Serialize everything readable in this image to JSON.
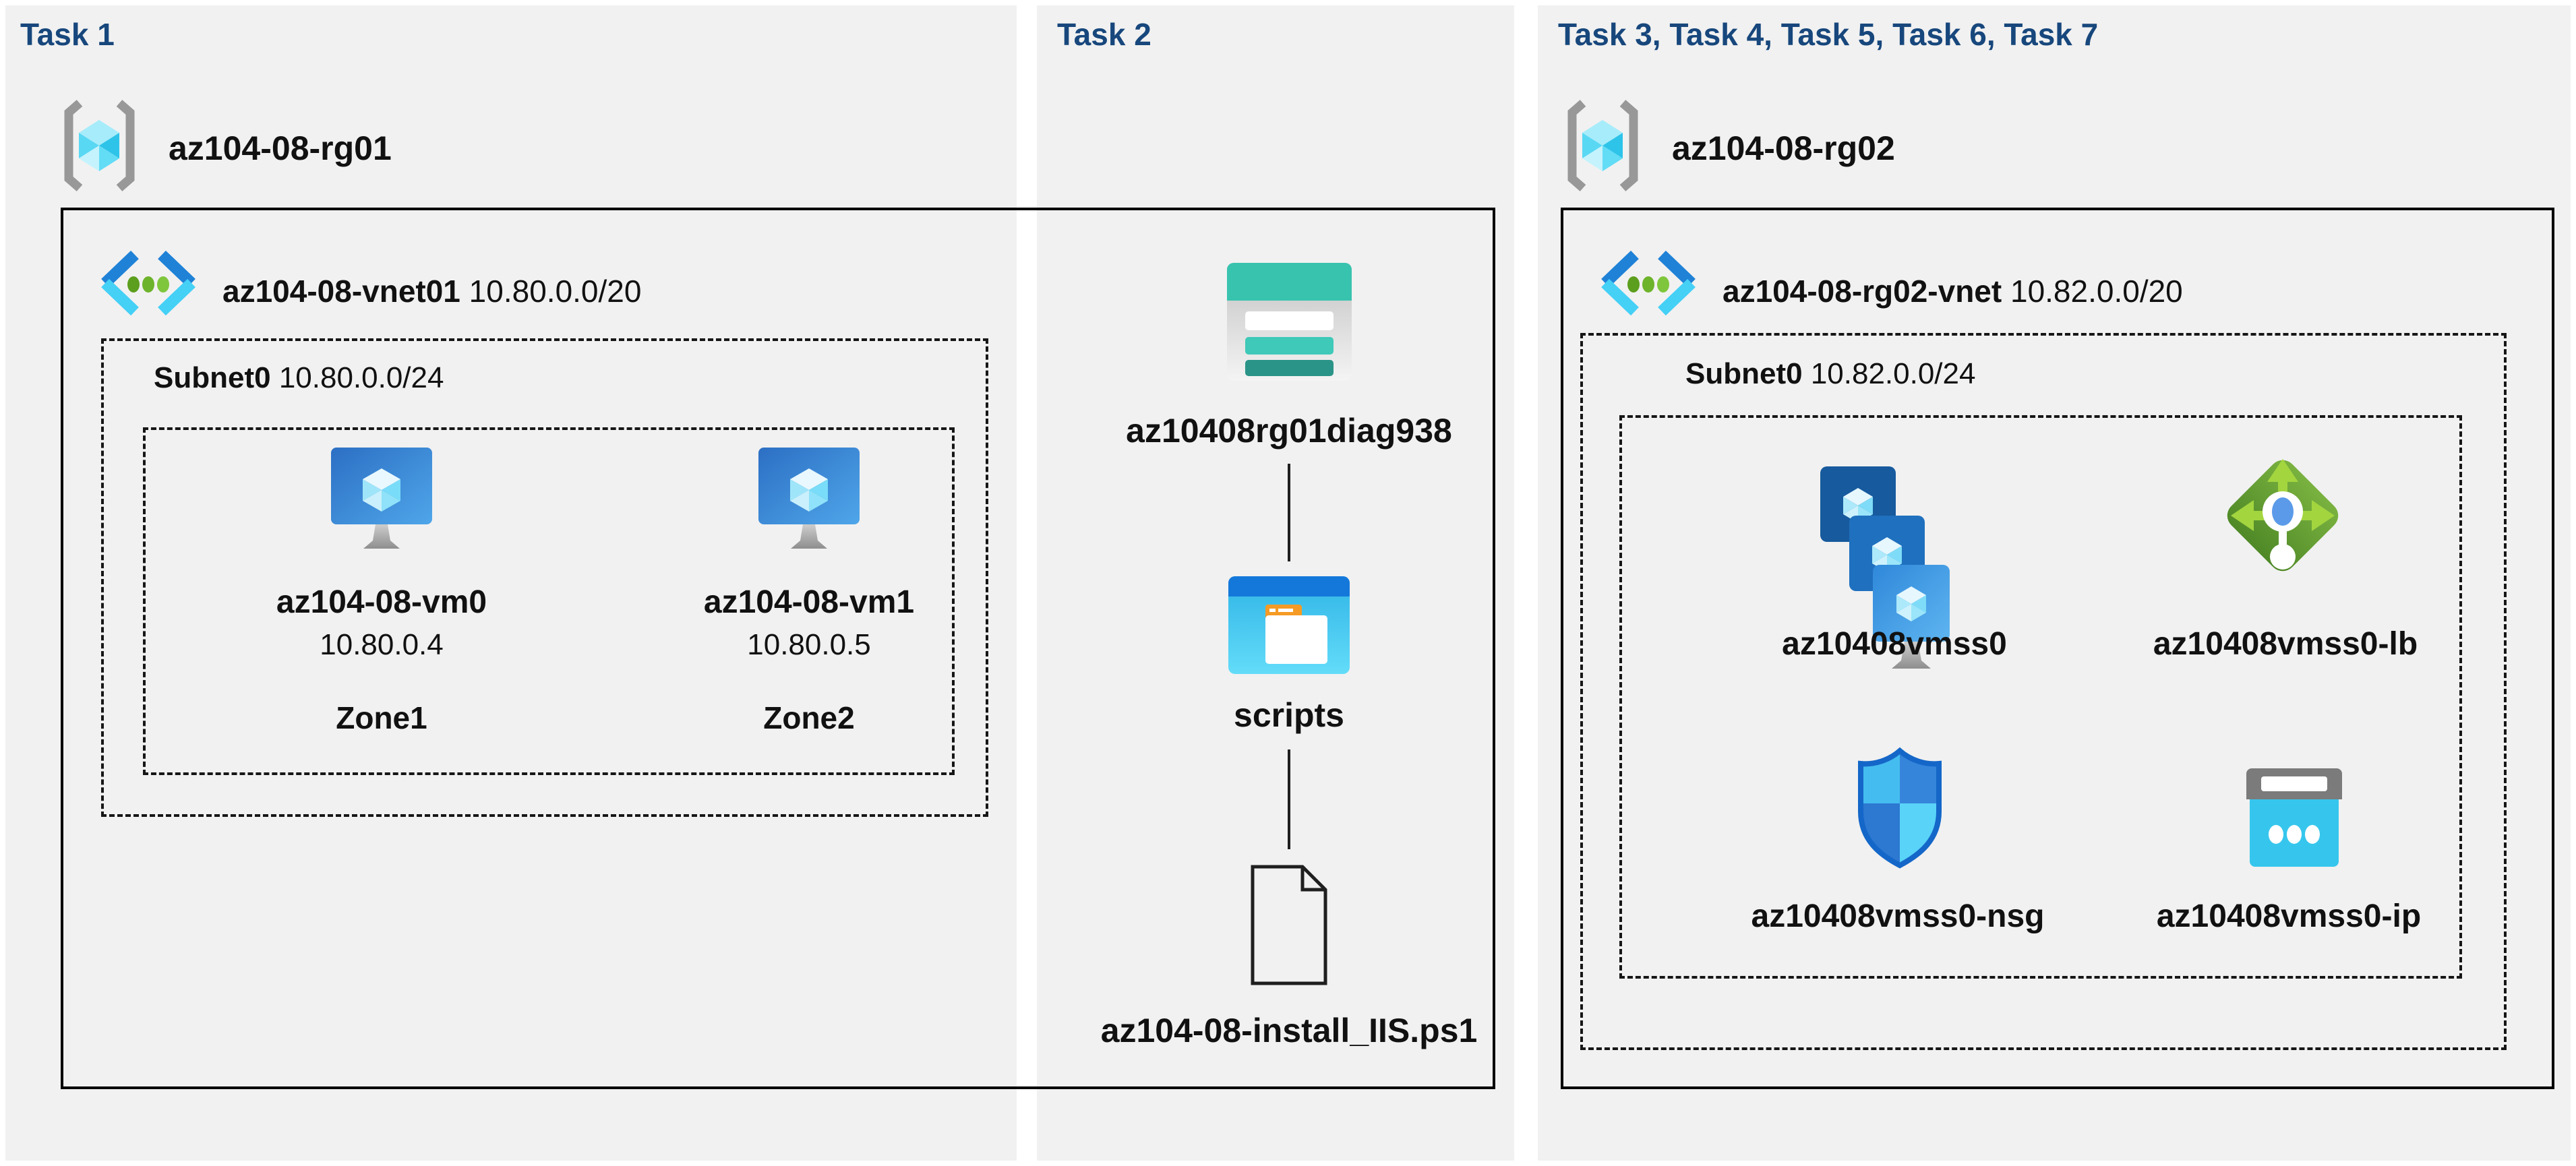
{
  "page": {
    "background": "#ffffff",
    "panel_background": "#f1f1f1",
    "title_color": "#17477c",
    "accent_colors": {
      "vnet_blue": "#1f82d7",
      "vnet_cyan": "#45d0f6",
      "vnet_green_dot": "#6db32b",
      "vm_blue": "#2c6fc4",
      "storage_teal": "#38c3af",
      "container_blue": "#1478db",
      "lb_green": "#6aa835",
      "nsg_blue": "#1467c8",
      "ip_cyan": "#36c6ed",
      "rg_bracket_gray": "#989898"
    }
  },
  "panels": [
    {
      "title": "Task 1",
      "resource_group": {
        "name": "az104-08-rg01",
        "icon": "resource-group-icon"
      },
      "vnet": {
        "name": "az104-08-vnet01",
        "cidr": "10.80.0.0/20",
        "icon": "virtual-network-icon"
      },
      "subnet": {
        "name": "Subnet0",
        "cidr": "10.80.0.0/24"
      },
      "vms": [
        {
          "name": "az104-08-vm0",
          "ip": "10.80.0.4",
          "zone": "Zone1",
          "icon": "virtual-machine-icon"
        },
        {
          "name": "az104-08-vm1",
          "ip": "10.80.0.5",
          "zone": "Zone2",
          "icon": "virtual-machine-icon"
        }
      ]
    },
    {
      "title": "Task 2",
      "storage_account": {
        "name": "az10408rg01diag938",
        "icon": "storage-account-icon"
      },
      "container": {
        "name": "scripts",
        "icon": "blob-container-icon"
      },
      "file": {
        "name": "az104-08-install_IIS.ps1",
        "icon": "file-icon"
      }
    },
    {
      "title": "Task 3, Task 4, Task 5, Task 6, Task 7",
      "resource_group": {
        "name": "az104-08-rg02",
        "icon": "resource-group-icon"
      },
      "vnet": {
        "name": "az104-08-rg02-vnet",
        "cidr": "10.82.0.0/20",
        "icon": "virtual-network-icon"
      },
      "subnet": {
        "name": "Subnet0",
        "cidr": "10.82.0.0/24"
      },
      "resources": [
        {
          "name": "az10408vmss0",
          "type": "vm-scale-set",
          "icon": "vm-scale-set-icon"
        },
        {
          "name": "az10408vmss0-lb",
          "type": "load-balancer",
          "icon": "load-balancer-icon"
        },
        {
          "name": "az10408vmss0-nsg",
          "type": "network-security-group",
          "icon": "nsg-shield-icon"
        },
        {
          "name": "az10408vmss0-ip",
          "type": "public-ip",
          "icon": "public-ip-icon"
        }
      ]
    }
  ]
}
